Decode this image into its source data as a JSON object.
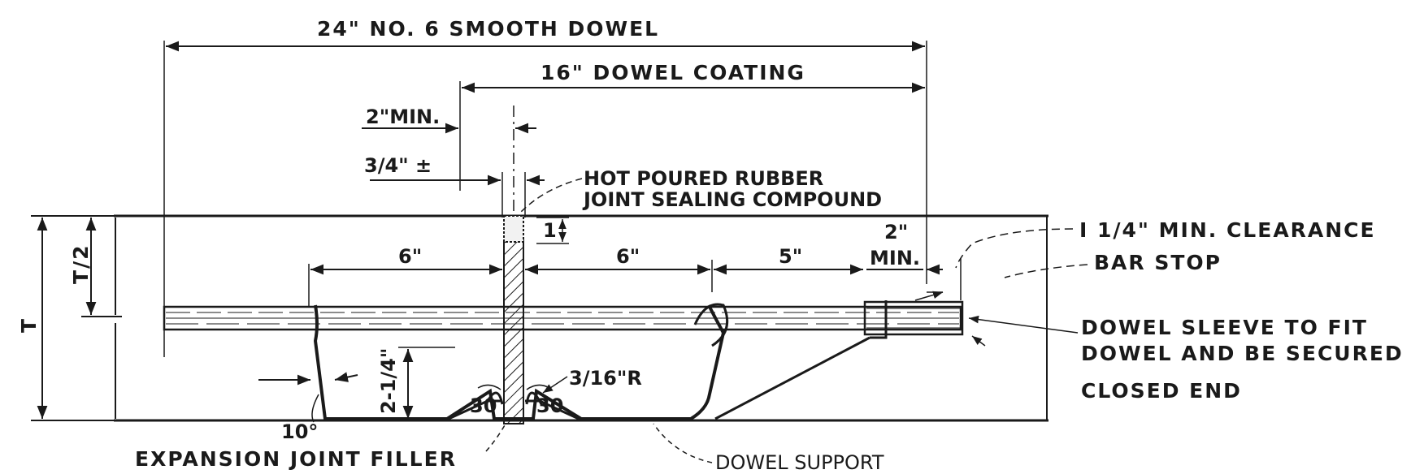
{
  "drawing": {
    "dowel_length_label": "24\" NO. 6  SMOOTH  DOWEL",
    "dowel_coating_label": "16\"  DOWEL  COATING",
    "min_2in_label": "2\"MIN.",
    "tolerance_label": "3/4\" ±",
    "sealant_label_line1": "HOT POURED RUBBER",
    "sealant_label_line2": "JOINT  SEALING  COMPOUND",
    "sealant_depth_label": "1",
    "thickness_label": "T",
    "half_thickness_label": "T/2",
    "left_6in_label": "6\"",
    "right_6in_label": "6\"",
    "five_in_label": "5\"",
    "min_2in_right_top": "2\"",
    "min_2in_right_bottom": "MIN.",
    "height_label": "2-1/4\"",
    "radius_label": "3/16\"R",
    "angle_left_label": "30",
    "angle_right_label": "30",
    "angle_10_label": "10°",
    "clearance_label": "I 1/4\"  MIN.  CLEARANCE",
    "bar_stop_label": "BAR  STOP",
    "dowel_sleeve_line1": "DOWEL  SLEEVE  TO  FIT",
    "dowel_sleeve_line2": "DOWEL  AND  BE  SECURED",
    "closed_end_label": "CLOSED  END",
    "expansion_filler_label": "EXPANSION  JOINT  FILLER",
    "dowel_support_label": "DOWEL SUPPORT"
  }
}
